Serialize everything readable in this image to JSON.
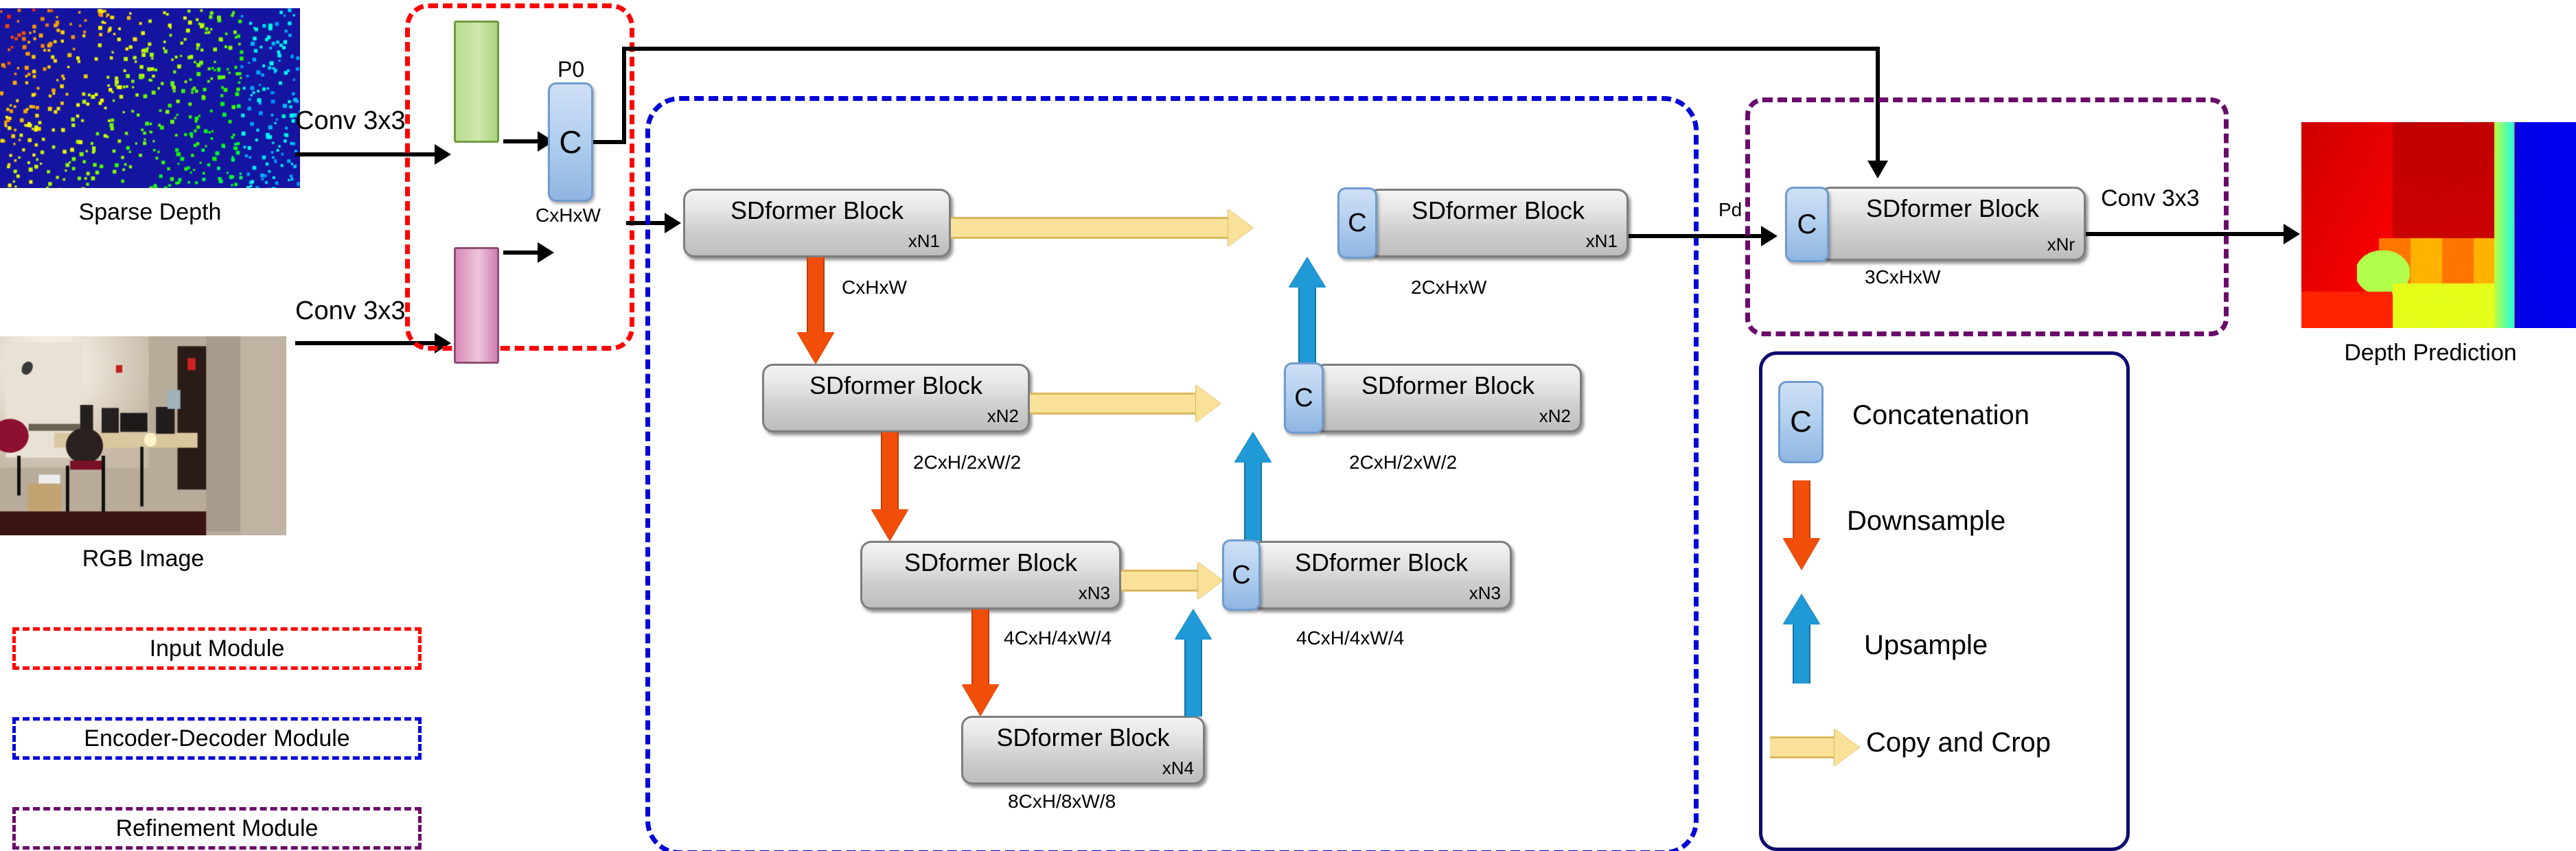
{
  "figure": {
    "kind": "neural-network-architecture-diagram",
    "subject": "SDformer depth completion network"
  },
  "inputs": {
    "sparse_depth": {
      "caption": "Sparse Depth",
      "icon": "sparse-depth-thumbnail",
      "bg_color": "#1414a0"
    },
    "rgb_image": {
      "caption": "RGB Image",
      "icon": "rgb-image-thumbnail"
    },
    "conv_top_label": "Conv 3x3",
    "conv_bottom_label": "Conv 3x3"
  },
  "output": {
    "caption": "Depth Prediction",
    "icon": "depth-prediction-thumbnail",
    "conv_label": "Conv 3x3"
  },
  "input_module": {
    "depth_feature_bar": "green-feature-bar",
    "rgb_feature_bar": "pink-feature-bar",
    "concat_label": "C",
    "p0_label": "P0",
    "dim_label": "CxHxW",
    "border_color": "#ff0000"
  },
  "encoder_decoder": {
    "border_color": "#0000d8",
    "encoder": [
      {
        "title": "SDformer Block",
        "mult": "xN1",
        "dim": "CxHxW"
      },
      {
        "title": "SDformer Block",
        "mult": "xN2",
        "dim": "2CxH/2xW/2"
      },
      {
        "title": "SDformer Block",
        "mult": "xN3",
        "dim": "4CxH/4xW/4"
      },
      {
        "title": "SDformer Block",
        "mult": "xN4",
        "dim": "8CxH/8xW/8"
      }
    ],
    "decoder": [
      {
        "concat": "C",
        "title": "SDformer Block",
        "mult": "xN1",
        "dim": "2CxHxW"
      },
      {
        "concat": "C",
        "title": "SDformer Block",
        "mult": "xN2",
        "dim": "2CxH/2xW/2"
      },
      {
        "concat": "C",
        "title": "SDformer Block",
        "mult": "xN3",
        "dim": "4CxH/4xW/4"
      }
    ],
    "pd_label": "Pd"
  },
  "refinement_module": {
    "border_color": "#6b0a6b",
    "concat": "C",
    "title": "SDformer Block",
    "mult": "xNr",
    "dim": "3CxHxW"
  },
  "legend": {
    "border_color": "#0b0b70",
    "items": [
      {
        "glyph": "C",
        "label": "Concatenation",
        "icon": "concatenation-icon",
        "color": "#8fb6e2"
      },
      {
        "glyph": "",
        "label": "Downsample",
        "icon": "downsample-arrow-icon",
        "color": "#f04e09"
      },
      {
        "glyph": "",
        "label": "Upsample",
        "icon": "upsample-arrow-icon",
        "color": "#1f9ad6"
      },
      {
        "glyph": "",
        "label": "Copy and Crop",
        "icon": "copy-and-crop-arrow-icon",
        "color": "#fae19a"
      }
    ]
  },
  "module_legend": [
    {
      "label": "Input Module",
      "color": "#ff0000"
    },
    {
      "label": "Encoder-Decoder Module",
      "color": "#0000d8"
    },
    {
      "label": "Refinement Module",
      "color": "#6b0a6b"
    }
  ]
}
